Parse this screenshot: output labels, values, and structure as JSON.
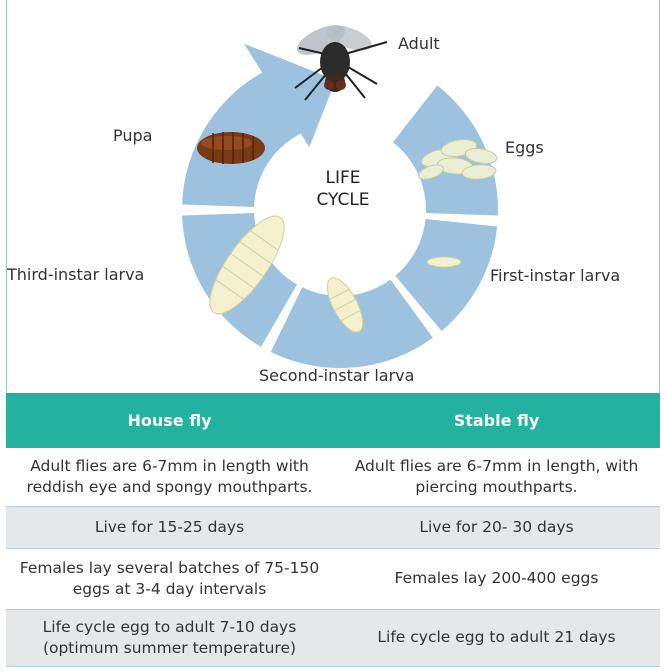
{
  "diagram": {
    "center_label": [
      "LIFE",
      "CYCLE"
    ],
    "stages": {
      "adult": "Adult",
      "eggs": "Eggs",
      "first": "First-instar larva",
      "second": "Second-instar larva",
      "third": "Third-instar larva",
      "pupa": "Pupa"
    },
    "colors": {
      "ring": "#9dc2e0",
      "larva": "#f4f1cf",
      "pupa": "#7a3a16",
      "egg": "#eceed4",
      "fly": "#2b2b2b"
    }
  },
  "table": {
    "headers": [
      "House fly",
      "Stable fly"
    ],
    "rows": [
      [
        "Adult flies are 6-7mm in length with reddish eye and spongy mouthparts.",
        "Adult flies are 6-7mm in length, with piercing mouthparts."
      ],
      [
        "Live for 15-25 days",
        "Live for 20- 30 days"
      ],
      [
        "Females lay several batches of 75-150 eggs at 3-4 day intervals",
        "Females lay 200-400 eggs"
      ],
      [
        "Life cycle egg to adult 7-10 days (optimum summer temperature)",
        "Life cycle egg to adult 21 days"
      ]
    ],
    "header_color": "#24b2a0",
    "alt_row_color": "#e6e7e8"
  }
}
